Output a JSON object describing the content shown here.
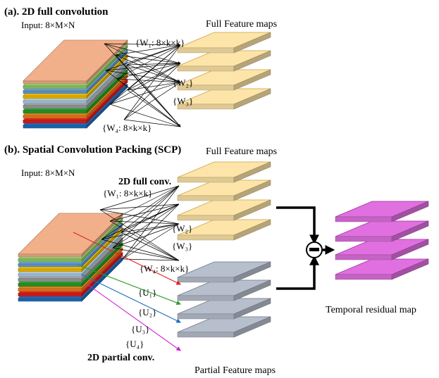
{
  "section_a": {
    "title": "(a). 2D full convolution",
    "input_label": "Input: 8×M×N",
    "output_label": "Full Feature maps",
    "w1_label": "{W₁: 8×k×k}",
    "w2_label": "{W₂}",
    "w3_label": "{W₃}",
    "w4_label": "{W₄: 8×k×k}"
  },
  "section_b": {
    "title": "(b). Spatial Convolution Packing (SCP)",
    "input_label": "Input: 8×M×N",
    "full_conv_label": "2D full conv.",
    "full_output_label": "Full Feature maps",
    "w1_label": "{W₁: 8×k×k}",
    "w2_label": "{W₂}",
    "w3_label": "{W₃}",
    "w4_label": "{W₄: 8×k×k}",
    "u1_label": "{U₁}",
    "u2_label": "{U₂}",
    "u3_label": "{U₃}",
    "u4_label": "{U₄}",
    "partial_conv_label": "2D partial conv.",
    "partial_output_label": "Partial Feature maps",
    "residual_label": "Temporal residual map"
  },
  "colors": {
    "input_layers": [
      "#1f6fbf",
      "#e02020",
      "#f08020",
      "#2aa02a",
      "#a0a0a0",
      "#b0cfe8",
      "#f5c000",
      "#6a9fd8",
      "#8fd06a",
      "#f2b08a"
    ],
    "full_feature": "#fde4a8",
    "partial_feature": "#b8bfcc",
    "residual": "#e070e0",
    "u_arrows": [
      "#e02020",
      "#2aa02a",
      "#1f6fbf",
      "#d020d0"
    ]
  }
}
